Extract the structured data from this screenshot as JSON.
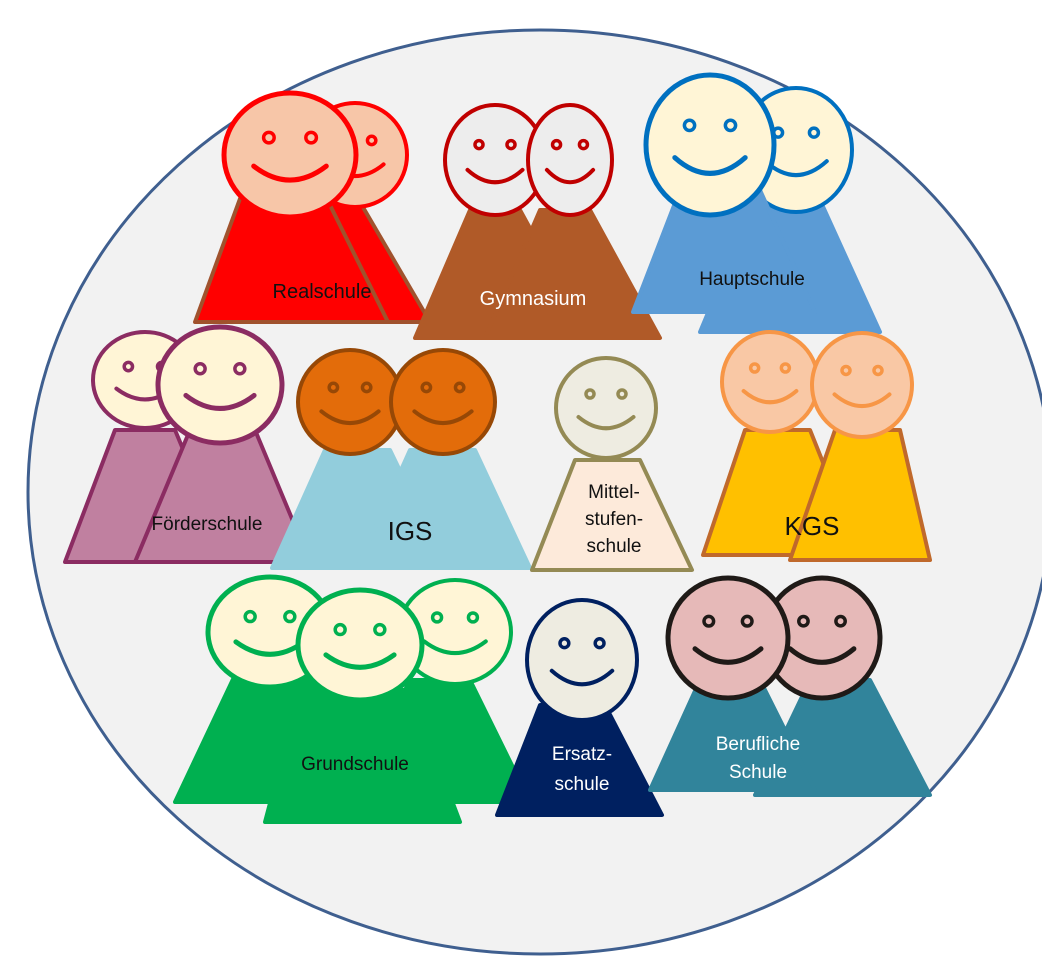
{
  "groups": [
    {
      "id": "realschule",
      "lines": [
        "Realschule"
      ],
      "body_color": "#FF0000",
      "outline": "#A0522D",
      "face_fill": "#F7C6A8",
      "face_stroke": "#FF0000",
      "eye_color": "#FF0000",
      "text_color": "#111111"
    },
    {
      "id": "gymnasium",
      "lines": [
        "Gymnasium"
      ],
      "body_color": "#B05A28",
      "outline": "#B05A28",
      "face_fill": "#EDEDED",
      "face_stroke": "#C00000",
      "eye_color": "#C00000",
      "text_color": "#FFFFFF"
    },
    {
      "id": "hauptschule",
      "lines": [
        "Hauptschule"
      ],
      "body_color": "#5B9BD5",
      "outline": "#5B9BD5",
      "face_fill": "#FFF5D6",
      "face_stroke": "#0070C0",
      "eye_color": "#0070C0",
      "text_color": "#111111"
    },
    {
      "id": "foerderschule",
      "lines": [
        "Förderschule"
      ],
      "body_color": "#C080A0",
      "outline": "#8B2C62",
      "face_fill": "#FFF5D6",
      "face_stroke": "#8B2C62",
      "eye_color": "#8B2C62",
      "text_color": "#111111"
    },
    {
      "id": "igs",
      "lines": [
        "IGS"
      ],
      "body_color": "#92CDDC",
      "outline": "#92CDDC",
      "face_fill": "#E36C0A",
      "face_stroke": "#974806",
      "eye_color": "#974806",
      "text_color": "#111111"
    },
    {
      "id": "mittelstufenschule",
      "lines": [
        "Mittel-",
        "stufen-",
        "schule"
      ],
      "body_color": "#FDEADA",
      "outline": "#948A54",
      "face_fill": "#EEECE1",
      "face_stroke": "#948A54",
      "eye_color": "#948A54",
      "text_color": "#111111"
    },
    {
      "id": "kgs",
      "lines": [
        "KGS"
      ],
      "body_color": "#FFC000",
      "outline": "#C0692B",
      "face_fill": "#F9C8A5",
      "face_stroke": "#F79646",
      "eye_color": "#F79646",
      "text_color": "#111111"
    },
    {
      "id": "grundschule",
      "lines": [
        "Grundschule"
      ],
      "body_color": "#00B050",
      "outline": "#00B050",
      "face_fill": "#FFF5D6",
      "face_stroke": "#00B050",
      "eye_color": "#00B050",
      "text_color": "#111111"
    },
    {
      "id": "ersatzschule",
      "lines": [
        "Ersatz-",
        "schule"
      ],
      "body_color": "#002060",
      "outline": "#002060",
      "face_fill": "#EEECE1",
      "face_stroke": "#002060",
      "eye_color": "#002060",
      "text_color": "#FFFFFF"
    },
    {
      "id": "berufliche",
      "lines": [
        "Berufliche",
        "Schule"
      ],
      "body_color": "#31849B",
      "outline": "#31849B",
      "face_fill": "#E6B9B8",
      "face_stroke": "#1F1A17",
      "eye_color": "#1F1A17",
      "text_color": "#FFFFFF"
    }
  ],
  "background": {
    "fill": "#F2F2F2",
    "stroke": "#3F5F8F"
  }
}
